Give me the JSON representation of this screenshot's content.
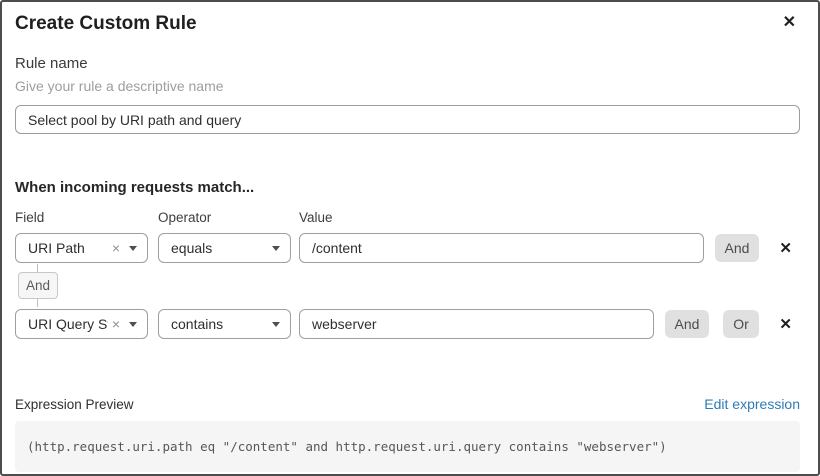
{
  "dialog": {
    "title": "Create Custom Rule"
  },
  "icons": {
    "close": "✕",
    "clear": "×",
    "row_delete": "✕"
  },
  "rule_name": {
    "label": "Rule name",
    "hint": "Give your rule a descriptive name",
    "value": "Select pool by URI path and query"
  },
  "match_section": {
    "heading": "When incoming requests match...",
    "columns": {
      "field": "Field",
      "operator": "Operator",
      "value": "Value"
    },
    "rows": [
      {
        "field": "URI Path",
        "operator": "equals",
        "value": "/content",
        "buttons": {
          "and": "And"
        }
      },
      {
        "field": "URI Query St...",
        "operator": "contains",
        "value": "webserver",
        "buttons": {
          "and": "And",
          "or": "Or"
        }
      }
    ],
    "connector_label": "And"
  },
  "expression": {
    "label": "Expression Preview",
    "edit_link": "Edit expression",
    "code": "(http.request.uri.path eq \"/content\" and http.request.uri.query contains \"webserver\")"
  },
  "colors": {
    "link_blue": "#2e7cb5",
    "button_gray": "#e0e0e0",
    "border_gray": "#9f9f9f",
    "code_background": "#f5f5f5"
  }
}
